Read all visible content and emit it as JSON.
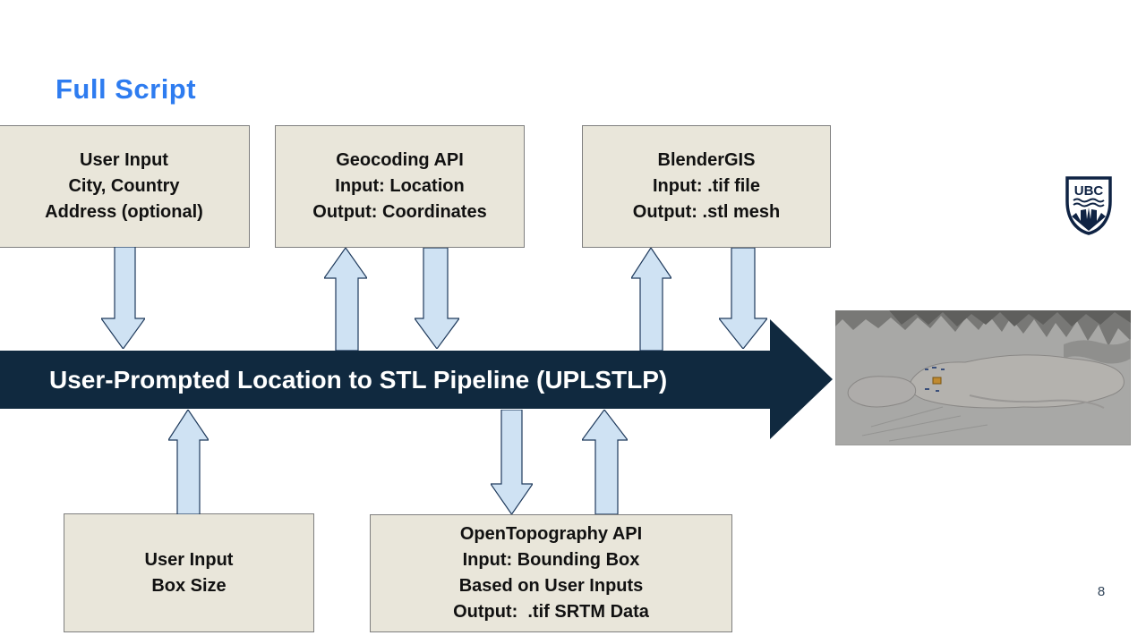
{
  "slide": {
    "title": "Full Script",
    "page_number": "8",
    "colors": {
      "title_blue": "#2e7cf0",
      "banner_navy": "#10293f",
      "box_fill": "#e9e6da",
      "box_border": "#7f7f7f",
      "arrow_fill": "#cfe2f3",
      "arrow_stroke": "#1f3a5c",
      "ubc_navy": "#0f2344"
    }
  },
  "banner": {
    "label": "User-Prompted Location to STL Pipeline (UPLSTLP)"
  },
  "boxes": {
    "user_input_location": {
      "lines": [
        "User Input",
        "City, Country",
        "Address (optional)"
      ]
    },
    "geocoding_api": {
      "lines": [
        "Geocoding API",
        "Input: Location",
        "Output: Coordinates"
      ]
    },
    "blendergis": {
      "lines": [
        "BlenderGIS",
        "Input: .tif file",
        "Output: .stl mesh"
      ]
    },
    "user_input_box_size": {
      "lines": [
        "User Input",
        "Box Size"
      ]
    },
    "opentopography_api": {
      "lines": [
        "OpenTopography API",
        "Input: Bounding Box",
        "Based on User Inputs",
        "Output:  .tif SRTM Data"
      ]
    }
  },
  "logo": {
    "text": "UBC"
  }
}
